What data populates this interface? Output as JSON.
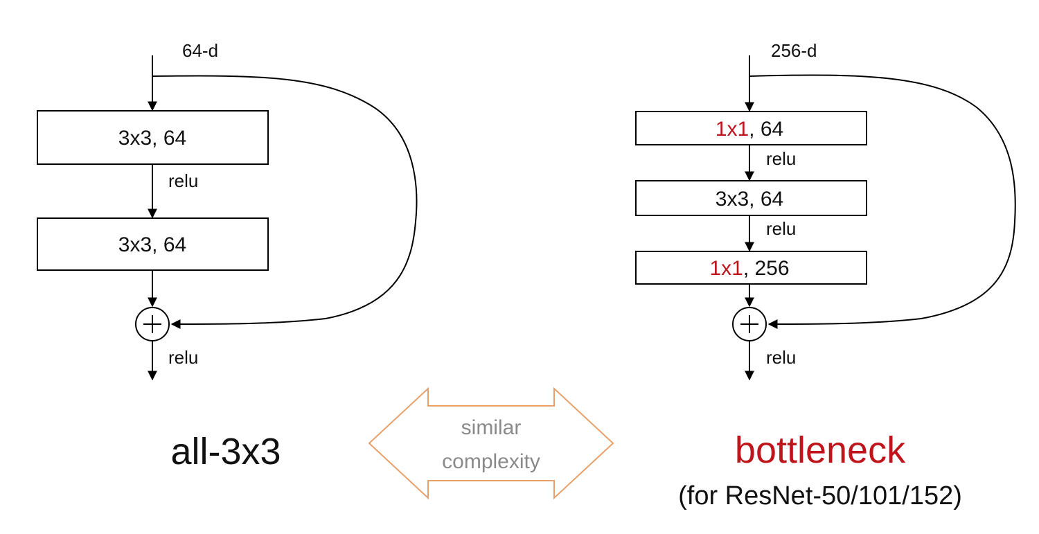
{
  "colors": {
    "text": "#111111",
    "accent_red": "#c0141c",
    "arrow_outline": "#e8a06a",
    "gray_text": "#8a8a8a"
  },
  "left_block": {
    "input_label": "64-d",
    "layer1": "3x3, 64",
    "relu1": "relu",
    "layer2": "3x3, 64",
    "relu_out": "relu",
    "caption": "all-3x3"
  },
  "middle": {
    "line1": "similar",
    "line2": "complexity"
  },
  "right_block": {
    "input_label": "256-d",
    "layer1_red": "1x1",
    "layer1_rest": ", 64",
    "relu1": "relu",
    "layer2": "3x3, 64",
    "relu2": "relu",
    "layer3_red": "1x1",
    "layer3_rest": ", 256",
    "relu_out": "relu",
    "caption": "bottleneck",
    "subcaption": "(for ResNet-50/101/152)"
  },
  "icons": {
    "sum": "plus-circle-icon"
  }
}
